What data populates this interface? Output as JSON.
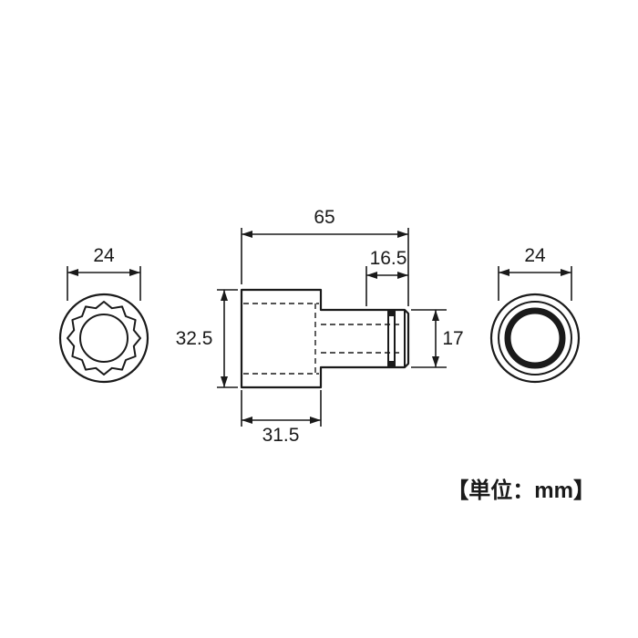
{
  "diagram": {
    "kind": "socket-wrench-technical-drawing",
    "unit_label": "【単位：mm】",
    "line_color": "#1a1a1a",
    "background_color": "#ffffff",
    "dimensions": {
      "front_diameter": "24",
      "overall_length": "65",
      "drive_section_length": "16.5",
      "body_diameter": "32.5",
      "body_length": "31.5",
      "drive_section_diameter": "17",
      "rear_diameter": "24"
    }
  }
}
